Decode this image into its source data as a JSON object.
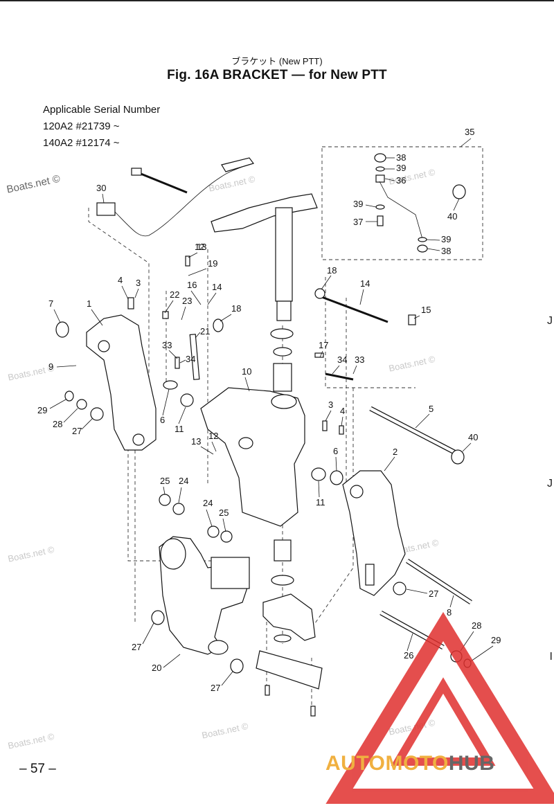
{
  "header": {
    "subtitle_jp": "ブラケット (New PTT)",
    "title": "Fig. 16A   BRACKET — for New PTT"
  },
  "serial": {
    "heading": "Applicable Serial Number",
    "lines": [
      "120A2  #21739 ~",
      "140A2  #12174 ~"
    ]
  },
  "watermark": "Boats.net ©",
  "page_number": "– 57 –",
  "logo": {
    "part1": "AUTOMOTO",
    "part2": "HUB",
    "colors": {
      "primary": "#e0302e",
      "accent": "#f0b040",
      "gray": "#666666"
    }
  },
  "edge_marks": [
    "J",
    "J",
    "I"
  ],
  "callouts": [
    "1",
    "2",
    "3",
    "3",
    "4",
    "4",
    "5",
    "6",
    "6",
    "7",
    "8",
    "9",
    "10",
    "11",
    "11",
    "12",
    "12",
    "13",
    "13",
    "14",
    "14",
    "15",
    "16",
    "17",
    "18",
    "18",
    "19",
    "20",
    "21",
    "22",
    "23",
    "24",
    "24",
    "25",
    "25",
    "26",
    "27",
    "27",
    "27",
    "27",
    "28",
    "28",
    "29",
    "29",
    "30",
    "33",
    "33",
    "34",
    "34",
    "35",
    "36",
    "37",
    "38",
    "38",
    "39",
    "39",
    "39",
    "40",
    "40"
  ]
}
